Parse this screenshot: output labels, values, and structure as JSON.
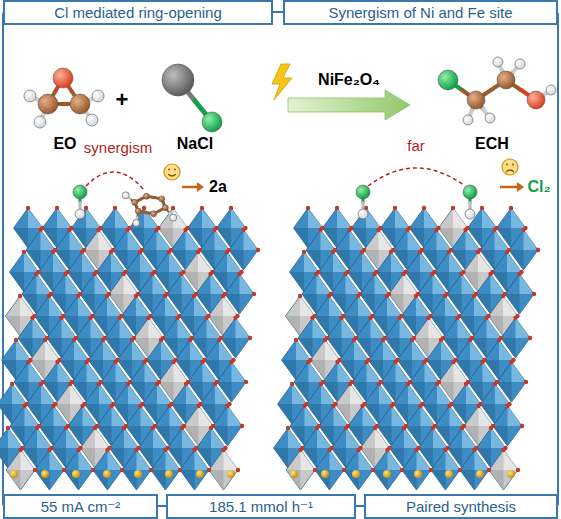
{
  "diagram": {
    "nodes": [
      {
        "text": [
          "Cl mediated ring-opening"
        ]
      },
      {
        "text": [
          "Synergism of Ni and Fe site"
        ]
      },
      {
        "text": [
          "55 mA cm⁻²"
        ]
      },
      {
        "text": [
          "185.1 mmol h⁻¹"
        ]
      },
      {
        "text": [
          "Paired synthesis"
        ]
      }
    ],
    "labels": [
      "NiFe₂O₄",
      "EO",
      "+",
      "NaCl",
      "ECH",
      "synergism",
      "2a",
      "far",
      "Cl₂"
    ]
  }
}
